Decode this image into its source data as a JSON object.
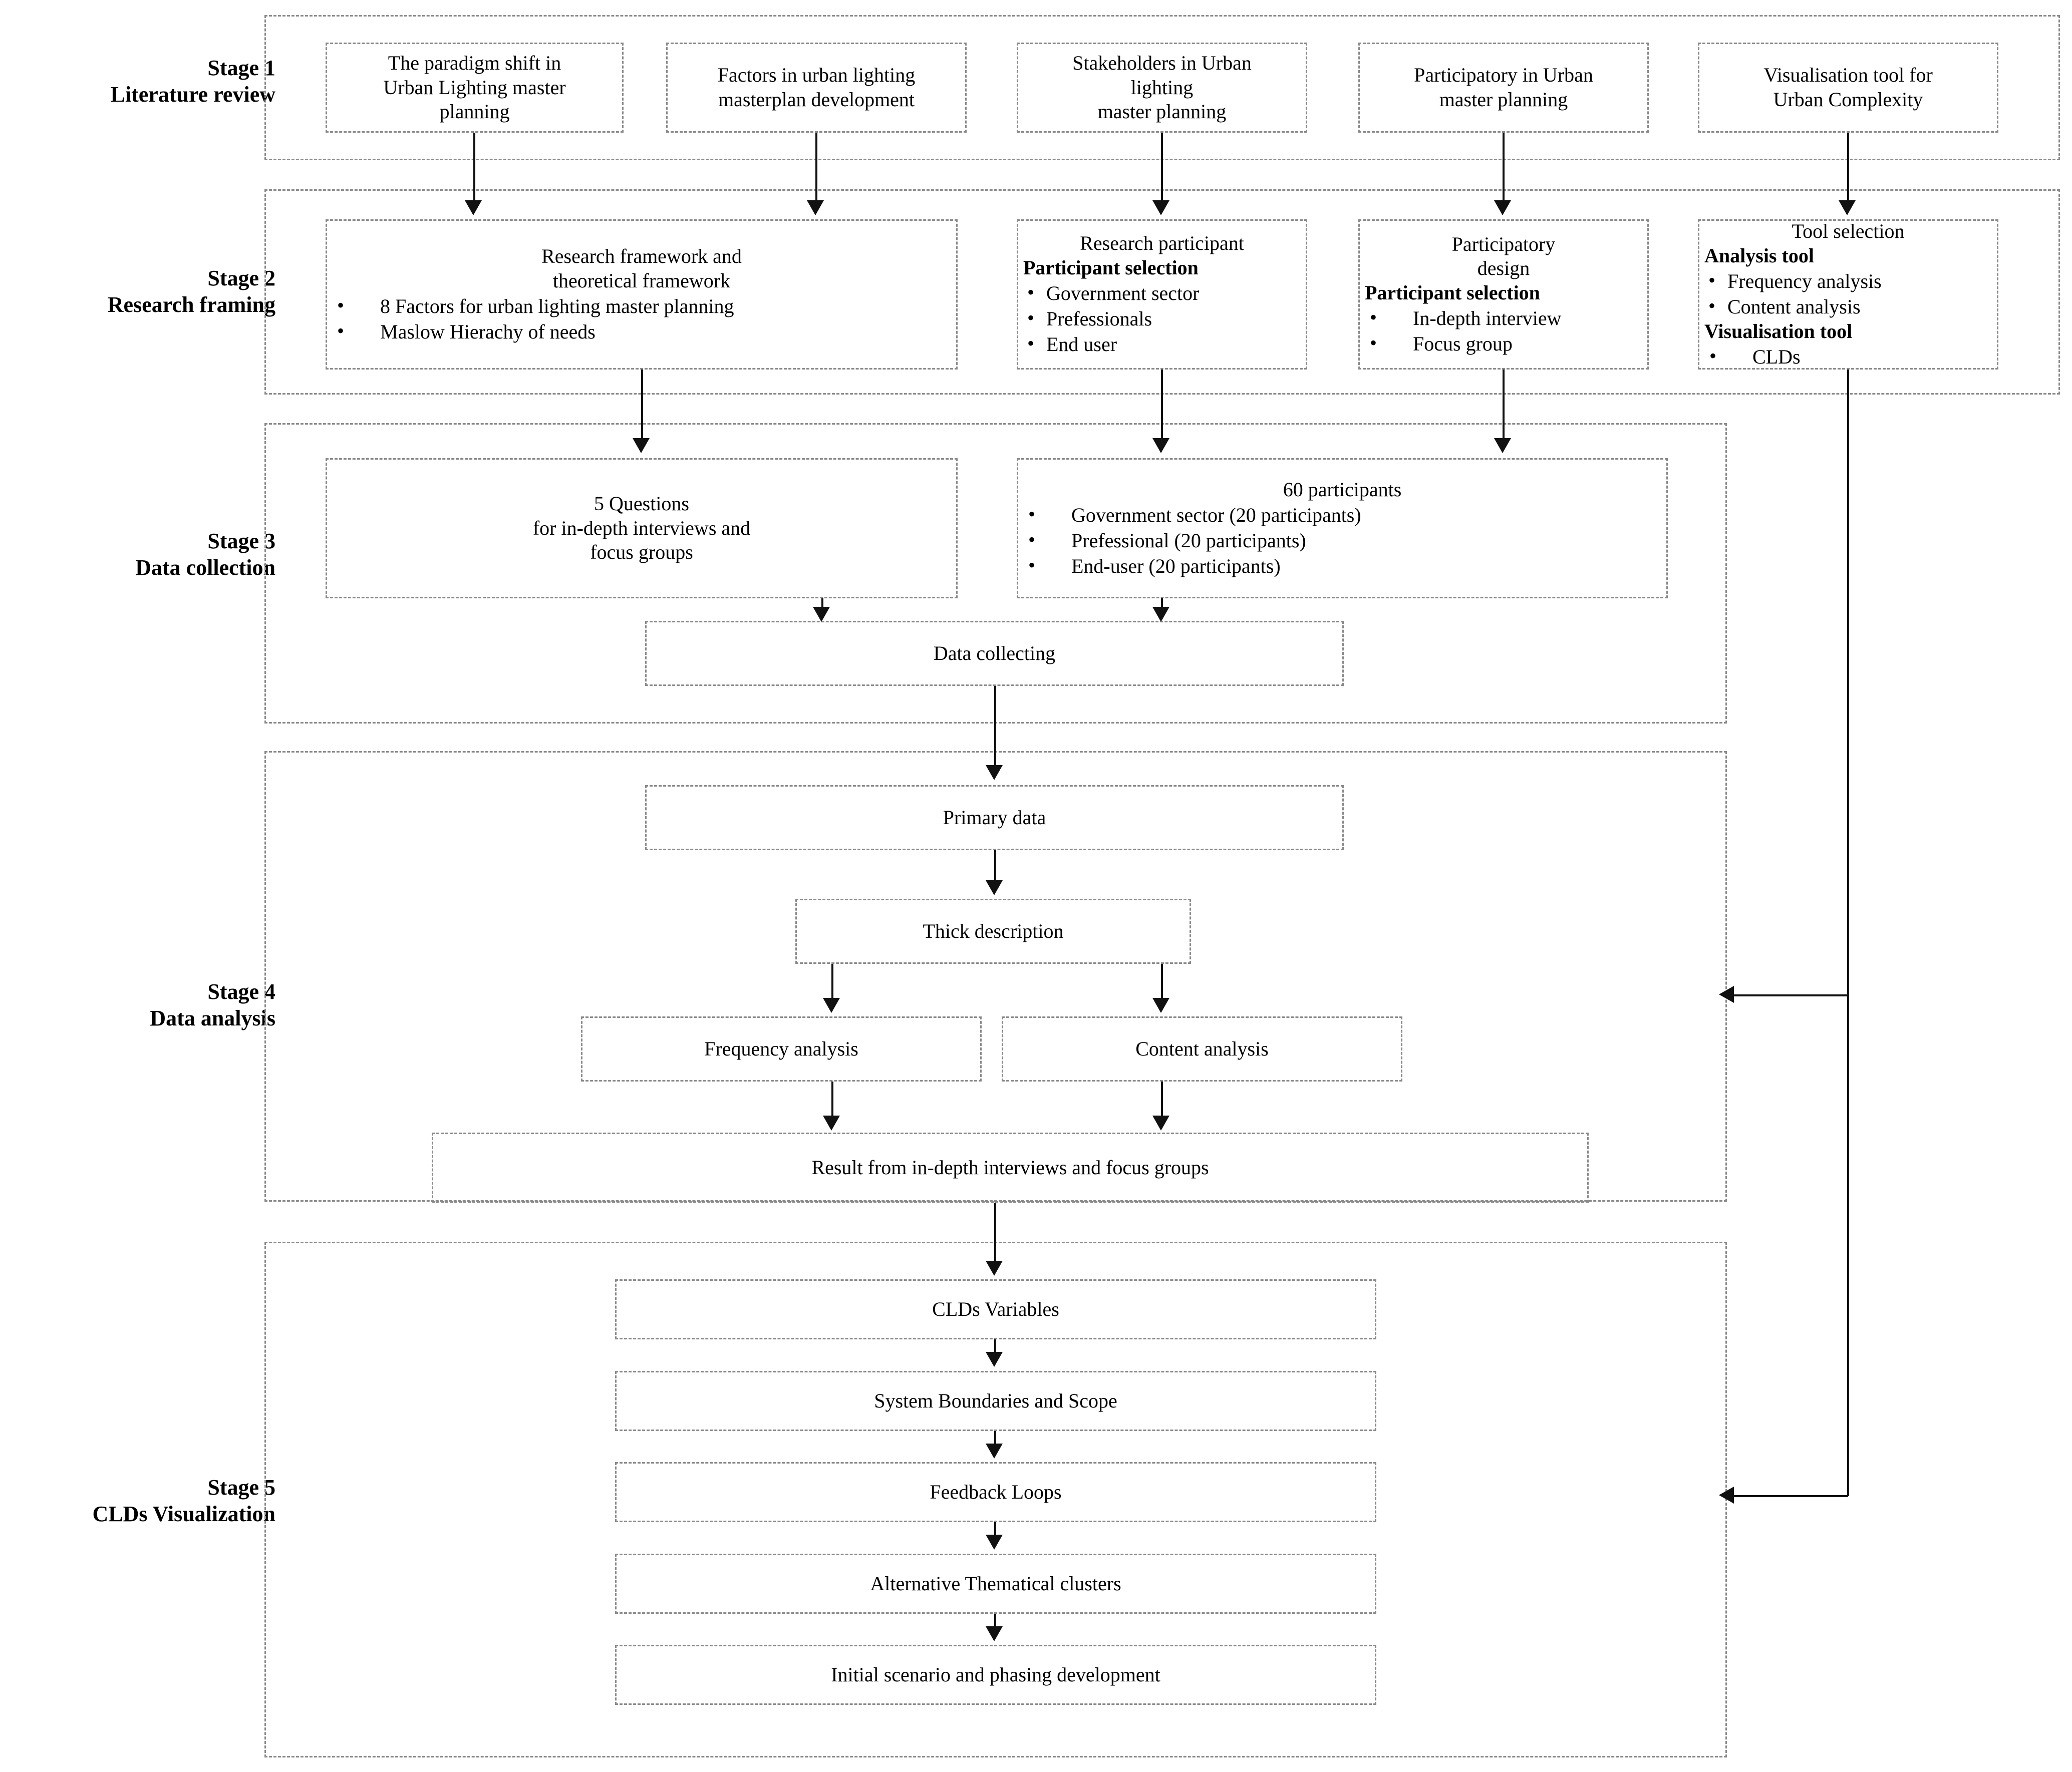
{
  "figure": {
    "type": "flowchart",
    "description": "Five-stage research methodology flowchart for urban lighting master planning"
  },
  "stages": [
    {
      "number": "Stage 1",
      "name": "Literature review"
    },
    {
      "number": "Stage 2",
      "name": "Research framing"
    },
    {
      "number": "Stage 3",
      "name": "Data collection"
    },
    {
      "number": "Stage 4",
      "name": "Data analysis"
    },
    {
      "number": "Stage 5",
      "name": "CLDs Visualization"
    }
  ],
  "stage1": {
    "boxes": [
      {
        "lines": [
          "The paradigm shift in",
          "Urban Lighting master",
          "planning"
        ]
      },
      {
        "lines": [
          "Factors in urban lighting",
          "masterplan development"
        ]
      },
      {
        "lines": [
          "Stakeholders in Urban",
          "lighting",
          "master planning"
        ]
      },
      {
        "lines": [
          "Participatory in Urban",
          "master planning"
        ]
      },
      {
        "lines": [
          "Visualisation tool for",
          "Urban Complexity"
        ]
      }
    ]
  },
  "stage2": {
    "research_framework": {
      "title_lines": [
        "Research framework and",
        "theoretical framework"
      ],
      "bullets": [
        "8 Factors for urban lighting master planning",
        "Maslow Hierachy of needs"
      ]
    },
    "research_participant": {
      "title": "Research participant",
      "subhead": "Participant selection",
      "bullets": [
        "Government sector",
        "Prefessionals",
        "End user"
      ]
    },
    "participatory_design": {
      "title_lines": [
        "Participatory",
        "design"
      ],
      "subhead": "Participant selection",
      "bullets": [
        "In-depth interview",
        "Focus group"
      ]
    },
    "tool_selection": {
      "title": "Tool selection",
      "subhead_1": "Analysis tool",
      "bullets_1": [
        "Frequency analysis",
        "Content analysis"
      ],
      "subhead_2": "Visualisation tool",
      "bullets_2": [
        "CLDs"
      ]
    }
  },
  "stage3": {
    "questions": {
      "lines": [
        "5 Questions",
        "for in-depth interviews and",
        "focus groups"
      ]
    },
    "participants": {
      "title": "60 participants",
      "bullets": [
        "Government sector (20 participants)",
        "Prefessional (20 participants)",
        "End-user (20 participants)"
      ]
    },
    "data_collecting": {
      "label": "Data collecting"
    }
  },
  "stage4": {
    "primary_data": {
      "label": "Primary data"
    },
    "thick_description": {
      "label": "Thick description"
    },
    "frequency_analysis": {
      "label": "Frequency analysis"
    },
    "content_analysis": {
      "label": "Content analysis"
    },
    "result": {
      "label": "Result from in-depth interviews and focus groups"
    }
  },
  "stage5": {
    "steps": [
      {
        "label": "CLDs Variables"
      },
      {
        "label": "System Boundaries and Scope"
      },
      {
        "label": "Feedback Loops"
      },
      {
        "label": "Alternative Thematical clusters"
      },
      {
        "label": "Initial scenario and phasing development"
      }
    ]
  },
  "colors": {
    "dashed_border": "#8a8a8a",
    "arrow": "#111111",
    "background": "#ffffff",
    "text": "#000000"
  }
}
